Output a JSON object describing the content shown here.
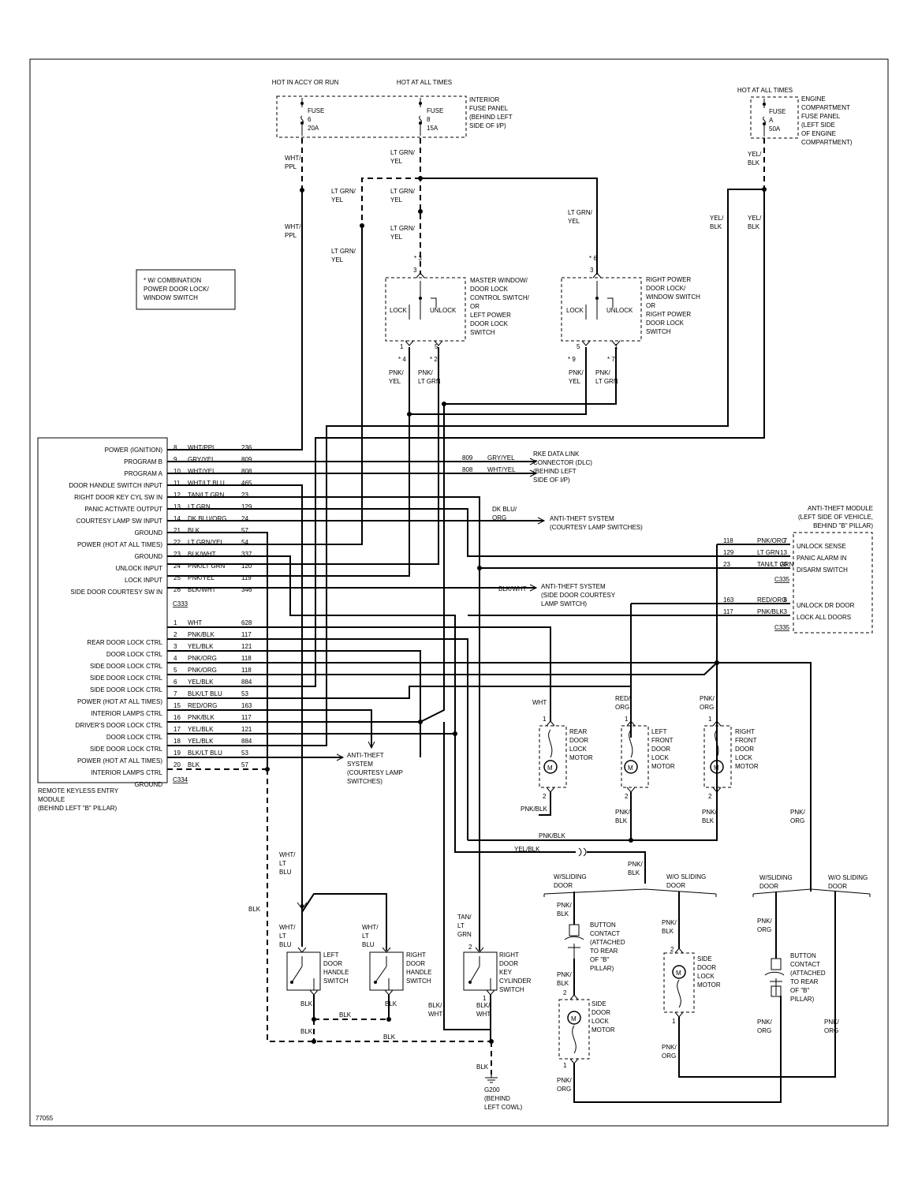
{
  "diagram_id": "77055",
  "power": {
    "hot_accy_run": "HOT IN ACCY OR RUN",
    "hot_all_times": "HOT AT ALL TIMES",
    "hot_all_times2": "HOT AT ALL TIMES",
    "fuse6": [
      "FUSE",
      "6",
      "20A"
    ],
    "fuse8": [
      "FUSE",
      "8",
      "15A"
    ],
    "fuseA": [
      "FUSE",
      "A",
      "50A"
    ],
    "interior_panel": [
      "INTERIOR",
      "FUSE PANEL",
      "(BEHIND LEFT",
      "SIDE OF I/P)"
    ],
    "engine_panel": [
      "ENGINE",
      "COMPARTMENT",
      "FUSE PANEL",
      "(LEFT SIDE",
      "OF ENGINE",
      "COMPARTMENT)"
    ]
  },
  "note": [
    "* W/ COMBINATION",
    "POWER DOOR LOCK/",
    "WINDOW SWITCH"
  ],
  "master_switch": {
    "title": [
      "MASTER WINDOW/",
      "DOOR LOCK",
      "CONTROL SWITCH/",
      "OR",
      "LEFT POWER",
      "DOOR LOCK",
      "SWITCH"
    ],
    "lock": "LOCK",
    "unlock": "UNLOCK"
  },
  "right_switch": {
    "title": [
      "RIGHT POWER",
      "DOOR LOCK/",
      "WINDOW SWITCH",
      "OR",
      "RIGHT POWER",
      "DOOR LOCK",
      "SWITCH"
    ],
    "lock": "LOCK",
    "unlock": "UNLOCK"
  },
  "module": {
    "name": [
      "REMOTE KEYLESS ENTRY",
      "MODULE",
      "(BEHIND LEFT \"B\" PILLAR)"
    ],
    "c333": "C333",
    "c334": "C334",
    "pins_top": [
      {
        "label": "POWER (IGNITION)",
        "pin": "8",
        "color": "WHT/PPL",
        "circuit": "236"
      },
      {
        "label": "PROGRAM B",
        "pin": "9",
        "color": "GRY/YEL",
        "circuit": "809"
      },
      {
        "label": "PROGRAM A",
        "pin": "10",
        "color": "WHT/YEL",
        "circuit": "808"
      },
      {
        "label": "DOOR HANDLE SWITCH INPUT",
        "pin": "11",
        "color": "WHT/LT BLU",
        "circuit": "465"
      },
      {
        "label": "RIGHT DOOR KEY CYL SW IN",
        "pin": "12",
        "color": "TAN/LT GRN",
        "circuit": "23"
      },
      {
        "label": "PANIC ACTIVATE OUTPUT",
        "pin": "13",
        "color": "LT GRN",
        "circuit": "129"
      },
      {
        "label": "COURTESY LAMP SW INPUT",
        "pin": "14",
        "color": "DK BLU/ORG",
        "circuit": "24"
      },
      {
        "label": "GROUND",
        "pin": "21",
        "color": "BLK",
        "circuit": "57"
      },
      {
        "label": "POWER (HOT AT ALL TIMES)",
        "pin": "22",
        "color": "LT GRN/YEL",
        "circuit": "54"
      },
      {
        "label": "GROUND",
        "pin": "23",
        "color": "BLK/WHT",
        "circuit": "337"
      },
      {
        "label": "UNLOCK INPUT",
        "pin": "24",
        "color": "PNK/LT GRN",
        "circuit": "120"
      },
      {
        "label": "LOCK INPUT",
        "pin": "25",
        "color": "PNK/YEL",
        "circuit": "119"
      },
      {
        "label": "SIDE DOOR COURTESY SW IN",
        "pin": "26",
        "color": "BLK/WHT",
        "circuit": "346"
      }
    ],
    "pins_bottom": [
      {
        "label": "",
        "pin": "1",
        "color": "WHT",
        "circuit": "628"
      },
      {
        "label": "REAR DOOR LOCK CTRL",
        "pin": "2",
        "color": "PNK/BLK",
        "circuit": "117"
      },
      {
        "label": "DOOR LOCK CTRL",
        "pin": "3",
        "color": "YEL/BLK",
        "circuit": "121"
      },
      {
        "label": "SIDE DOOR LOCK CTRL",
        "pin": "4",
        "color": "PNK/ORG",
        "circuit": "118"
      },
      {
        "label": "SIDE DOOR LOCK CTRL",
        "pin": "5",
        "color": "PNK/ORG",
        "circuit": "118"
      },
      {
        "label": "SIDE DOOR LOCK CTRL",
        "pin": "6",
        "color": "YEL/BLK",
        "circuit": "884"
      },
      {
        "label": "POWER (HOT AT ALL TIMES)",
        "pin": "7",
        "color": "BLK/LT BLU",
        "circuit": "53"
      },
      {
        "label": "INTERIOR LAMPS CTRL",
        "pin": "15",
        "color": "RED/ORG",
        "circuit": "163"
      },
      {
        "label": "DRIVER'S DOOR LOCK CTRL",
        "pin": "16",
        "color": "PNK/BLK",
        "circuit": "117"
      },
      {
        "label": "DOOR LOCK CTRL",
        "pin": "17",
        "color": "YEL/BLK",
        "circuit": "121"
      },
      {
        "label": "SIDE DOOR LOCK CTRL",
        "pin": "18",
        "color": "YEL/BLK",
        "circuit": "884"
      },
      {
        "label": "POWER (HOT AT ALL TIMES)",
        "pin": "19",
        "color": "BLK/LT BLU",
        "circuit": "53"
      },
      {
        "label": "INTERIOR LAMPS CTRL",
        "pin": "20",
        "color": "BLK",
        "circuit": "57"
      },
      {
        "label": "GROUND",
        "pin": "",
        "color": "",
        "circuit": ""
      }
    ]
  },
  "rke_dlc": {
    "c809": "809",
    "c808": "808",
    "col809": "GRY/YEL",
    "col808": "WHT/YEL",
    "label": [
      "RKE DATA LINK",
      "CONNECTOR (DLC)",
      "(BEHIND LEFT",
      "SIDE OF I/P)"
    ]
  },
  "anti_theft_dk": {
    "color": [
      "DK BLU/",
      "ORG"
    ],
    "label": [
      "ANTI-THEFT SYSTEM",
      "(COURTESY LAMP SWITCHES)"
    ]
  },
  "anti_theft_side": {
    "color": "BLK/WHT",
    "label": [
      "ANTI-THEFT SYSTEM",
      "(SIDE DOOR COURTESY",
      "LAMP SWITCH)"
    ]
  },
  "anti_theft_module": {
    "title": [
      "ANTI-THEFT MODULE",
      "(LEFT SIDE OF VEHICLE,",
      "BEHIND \"B\" PILLAR)"
    ],
    "rows": [
      {
        "circuit": "118",
        "color": "PNK/ORG",
        "pin": "7",
        "label": "UNLOCK SENSE"
      },
      {
        "circuit": "129",
        "color": "LT GRN",
        "pin": "13",
        "label": "PANIC ALARM IN"
      },
      {
        "circuit": "23",
        "color": "TAN/LT GRN",
        "pin": "20",
        "label": "DISARM SWITCH"
      },
      {
        "circuit": "163",
        "color": "RED/ORG",
        "pin": "8",
        "label": "UNLOCK DR DOOR"
      },
      {
        "circuit": "117",
        "color": "PNK/BLK",
        "pin": "3",
        "label": "LOCK ALL DOORS"
      }
    ],
    "c335a": "C335",
    "c335b": "C335"
  },
  "anti_theft_bottom": [
    "ANTI-THEFT",
    "SYSTEM",
    "(COURTESY LAMP",
    "SWITCHES)"
  ],
  "motors": {
    "rear": [
      "REAR",
      "DOOR",
      "LOCK",
      "MOTOR"
    ],
    "left_front": [
      "LEFT",
      "FRONT",
      "DOOR",
      "LOCK",
      "MOTOR"
    ],
    "right_front": [
      "RIGHT",
      "FRONT",
      "DOOR",
      "LOCK",
      "MOTOR"
    ],
    "side1": [
      "SIDE",
      "DOOR",
      "LOCK",
      "MOTOR"
    ],
    "side2": [
      "SIDE",
      "DOOR",
      "LOCK",
      "MOTOR"
    ],
    "m": "M"
  },
  "switches": {
    "left_handle": [
      "LEFT",
      "DOOR",
      "HANDLE",
      "SWITCH"
    ],
    "right_handle": [
      "RIGHT",
      "DOOR",
      "HANDLE",
      "SWITCH"
    ],
    "key_cyl": [
      "RIGHT",
      "DOOR",
      "KEY",
      "CYLINDER",
      "SWITCH"
    ]
  },
  "buttons": {
    "b1": [
      "BUTTON",
      "CONTACT",
      "(ATTACHED",
      "TO REAR",
      "OF \"B\"",
      "PILLAR)"
    ],
    "b2": [
      "BUTTON",
      "CONTACT",
      "(ATTACHED",
      "TO REAR",
      "OF \"B\"",
      "PILLAR)"
    ]
  },
  "sliding": {
    "with": [
      "W/SLIDING",
      "DOOR"
    ],
    "without": [
      "W/O SLIDING",
      "DOOR"
    ],
    "with2": [
      "W/SLIDING",
      "DOOR"
    ],
    "without2": [
      "W/O SLIDING",
      "DOOR"
    ]
  },
  "ground": [
    "G200",
    "(BEHIND",
    "LEFT COWL)"
  ],
  "wire_labels": {
    "wht_ppl1": [
      "WHT/",
      "PPL"
    ],
    "wht_ppl2": [
      "WHT/",
      "PPL"
    ],
    "ltgrnyel_a": [
      "LT GRN/",
      "YEL"
    ],
    "ltgrnyel_b": [
      "LT GRN/",
      "YEL"
    ],
    "ltgrnyel_c": [
      "LT GRN/",
      "YEL"
    ],
    "ltgrnyel_d": [
      "LT GRN/",
      "YEL"
    ],
    "ltgrnyel_e": [
      "LT GRN/",
      "YEL"
    ],
    "ltgrnyel_f": [
      "LT GRN/",
      "YEL"
    ],
    "yelblk1": [
      "YEL/",
      "BLK"
    ],
    "yelblk2": [
      "YEL/",
      "BLK"
    ],
    "yelblk3": [
      "YEL/",
      "BLK"
    ],
    "pnkyel1": [
      "PNK/",
      "YEL"
    ],
    "pnkltgrn1": [
      "PNK/",
      "LT GRN"
    ],
    "pnkyel2": [
      "PNK/",
      "YEL"
    ],
    "pnkltgrn2": [
      "PNK/",
      "LT GRN"
    ],
    "wht": "WHT",
    "redorg": [
      "RED/",
      "ORG"
    ],
    "pnkorg_rf": [
      "PNK/",
      "ORG"
    ],
    "pnkblk_rear": "PNK/BLK",
    "pnkblk_lf": [
      "PNK/",
      "BLK"
    ],
    "pnkblk_rf": [
      "PNK/",
      "BLK"
    ],
    "pnkblk_mid": "PNK/BLK",
    "yelblk_mid": "YEL/BLK",
    "pnkblk_down": [
      "PNK/",
      "BLK"
    ],
    "whtltblu1": [
      "WHT/",
      "LT",
      "BLU"
    ],
    "whtltblu2": [
      "WHT/",
      "LT",
      "BLU"
    ],
    "whtltblu3": [
      "WHT/",
      "LT",
      "BLU"
    ],
    "blk_left": "BLK",
    "tanltgrn": [
      "TAN/",
      "LT",
      "GRN"
    ],
    "blk1": "BLK",
    "blk2": "BLK",
    "blk3": "BLK",
    "blk4": "BLK",
    "blk5": "BLK",
    "blk6": "BLK",
    "blkwht1": [
      "BLK/",
      "WHT"
    ],
    "blkwht2": [
      "BLK/",
      "WHT"
    ],
    "pnkblk_s1": [
      "PNK/",
      "BLK"
    ],
    "pnkblk_s2": [
      "PNK/",
      "BLK"
    ],
    "pnkblk_s3": [
      "PNK/",
      "BLK"
    ],
    "pnkorg_s1": [
      "PNK/",
      "ORG"
    ],
    "pnkorg_s2": [
      "PNK/",
      "ORG"
    ],
    "pnkorg_s3": [
      "PNK/",
      "ORG"
    ],
    "pnkorg_s4": [
      "PNK/",
      "ORG"
    ],
    "pnkorg_s5": [
      "PNK/",
      "ORG"
    ],
    "pnkorg_s6": [
      "PNK/",
      "ORG"
    ]
  },
  "pins": {
    "m3": "3",
    "m3s": "* 3",
    "m1": "1",
    "m5": "5",
    "m4s": "* 4",
    "m2s": "* 2",
    "r3": "3",
    "r6s": "* 6",
    "r5": "5",
    "r1": "1",
    "r9s": "* 9",
    "r7s": "* 7",
    "one": "1",
    "two": "2"
  }
}
